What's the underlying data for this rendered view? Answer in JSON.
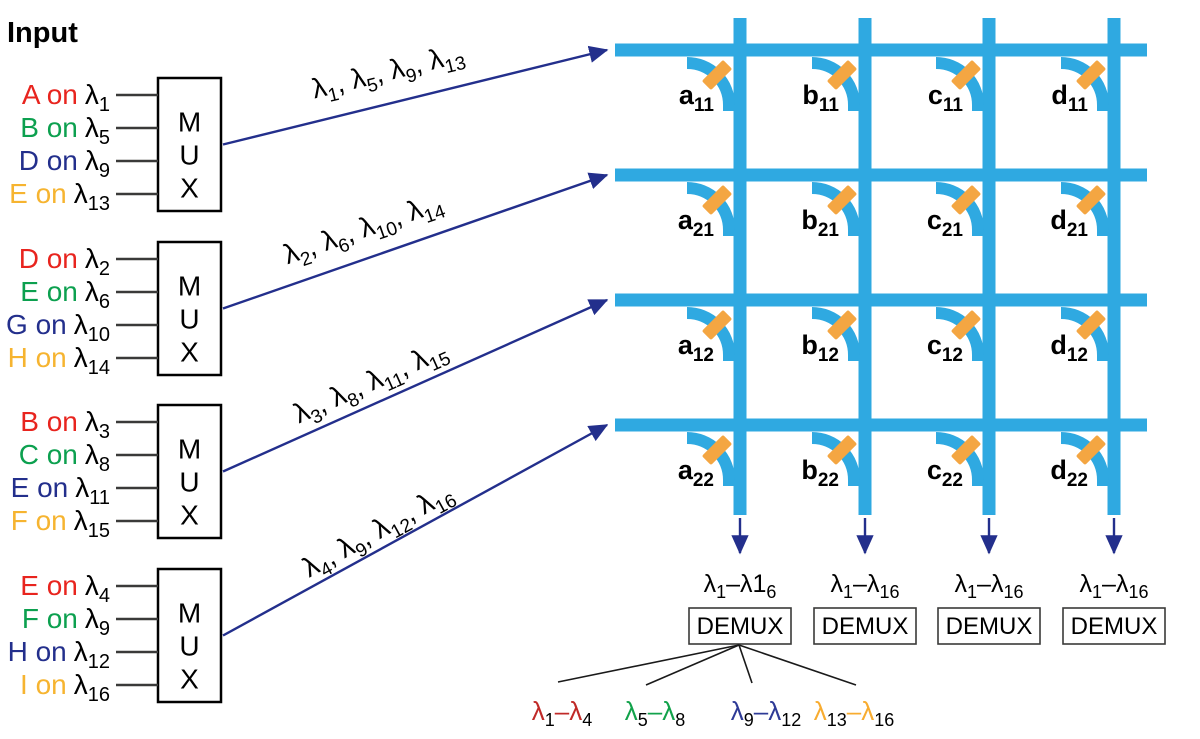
{
  "title": "Input",
  "colors": {
    "waveguide": "#2FA9E1",
    "switch": "#F4A642",
    "arrow": "#232F8C",
    "wire": "#3A3A39",
    "input_red": "#E8241E",
    "input_green": "#0CA04F",
    "input_blue": "#232F8C",
    "input_orange": "#F6B430",
    "band_red": "#C02A28",
    "band_green": "#12A24B",
    "band_blue": "#2E3A96",
    "band_orange": "#F8AC30"
  },
  "muxes": [
    {
      "label": "MUX",
      "inputs": [
        {
          "prefix": "A on",
          "color_key": "input_red",
          "lambda": "λ",
          "sub": "1"
        },
        {
          "prefix": "B on",
          "color_key": "input_green",
          "lambda": "λ",
          "sub": "5"
        },
        {
          "prefix": "D on",
          "color_key": "input_blue",
          "lambda": "λ",
          "sub": "9"
        },
        {
          "prefix": "E on",
          "color_key": "input_orange",
          "lambda": "λ",
          "sub": "13"
        }
      ]
    },
    {
      "label": "MUX",
      "inputs": [
        {
          "prefix": "D on",
          "color_key": "input_red",
          "lambda": "λ",
          "sub": "2"
        },
        {
          "prefix": "E on",
          "color_key": "input_green",
          "lambda": "λ",
          "sub": "6"
        },
        {
          "prefix": "G on",
          "color_key": "input_blue",
          "lambda": "λ",
          "sub": "10"
        },
        {
          "prefix": "H on",
          "color_key": "input_orange",
          "lambda": "λ",
          "sub": "14"
        }
      ]
    },
    {
      "label": "MUX",
      "inputs": [
        {
          "prefix": "B on",
          "color_key": "input_red",
          "lambda": "λ",
          "sub": "3"
        },
        {
          "prefix": "C on",
          "color_key": "input_green",
          "lambda": "λ",
          "sub": "8"
        },
        {
          "prefix": "E on",
          "color_key": "input_blue",
          "lambda": "λ",
          "sub": "11"
        },
        {
          "prefix": "F on",
          "color_key": "input_orange",
          "lambda": "λ",
          "sub": "15"
        }
      ]
    },
    {
      "label": "MUX",
      "inputs": [
        {
          "prefix": "E on",
          "color_key": "input_red",
          "lambda": "λ",
          "sub": "4"
        },
        {
          "prefix": "F on",
          "color_key": "input_green",
          "lambda": "λ",
          "sub": "9"
        },
        {
          "prefix": "H on",
          "color_key": "input_blue",
          "lambda": "λ",
          "sub": "12"
        },
        {
          "prefix": "I on",
          "color_key": "input_orange",
          "lambda": "λ",
          "sub": "16"
        }
      ]
    }
  ],
  "arrows": [
    {
      "lambda_subs": [
        "1",
        "5",
        "9",
        "13"
      ]
    },
    {
      "lambda_subs": [
        "2",
        "6",
        "10",
        "14"
      ]
    },
    {
      "lambda_subs": [
        "3",
        "8",
        "11",
        "15"
      ]
    },
    {
      "lambda_subs": [
        "4",
        "9",
        "12",
        "16"
      ]
    }
  ],
  "grid": {
    "rows": [
      {
        "nodes": [
          {
            "t": "a",
            "s": "11"
          },
          {
            "t": "b",
            "s": "11"
          },
          {
            "t": "c",
            "s": "11"
          },
          {
            "t": "d",
            "s": "11"
          }
        ]
      },
      {
        "nodes": [
          {
            "t": "a",
            "s": "21"
          },
          {
            "t": "b",
            "s": "21"
          },
          {
            "t": "c",
            "s": "21"
          },
          {
            "t": "d",
            "s": "21"
          }
        ]
      },
      {
        "nodes": [
          {
            "t": "a",
            "s": "12"
          },
          {
            "t": "b",
            "s": "12"
          },
          {
            "t": "c",
            "s": "12"
          },
          {
            "t": "d",
            "s": "12"
          }
        ]
      },
      {
        "nodes": [
          {
            "t": "a",
            "s": "22"
          },
          {
            "t": "b",
            "s": "22"
          },
          {
            "t": "c",
            "s": "22"
          },
          {
            "t": "d",
            "s": "22"
          }
        ]
      }
    ]
  },
  "outputs": {
    "demux_label": "DEMUX",
    "labels": [
      [
        {
          "t": "λ",
          "s": "1"
        },
        {
          "t": "–"
        },
        {
          "t": "λ1",
          "s": "6"
        }
      ],
      [
        {
          "t": "λ",
          "s": "1"
        },
        {
          "t": "–"
        },
        {
          "t": "λ",
          "s": "16"
        }
      ],
      [
        {
          "t": "λ",
          "s": "1"
        },
        {
          "t": "–"
        },
        {
          "t": "λ",
          "s": "16"
        }
      ],
      [
        {
          "t": "λ",
          "s": "1"
        },
        {
          "t": "–"
        },
        {
          "t": "λ",
          "s": "16"
        }
      ]
    ]
  },
  "bands": [
    {
      "color_key": "band_red",
      "parts": [
        {
          "t": "λ",
          "s": "1"
        },
        {
          "t": "–"
        },
        {
          "t": "λ",
          "s": "4"
        }
      ]
    },
    {
      "color_key": "band_green",
      "parts": [
        {
          "t": "λ",
          "s": "5"
        },
        {
          "t": "–"
        },
        {
          "t": "λ",
          "s": "8"
        }
      ]
    },
    {
      "color_key": "band_blue",
      "parts": [
        {
          "t": "λ",
          "s": "9"
        },
        {
          "t": "–"
        },
        {
          "t": "λ",
          "s": "12"
        }
      ]
    },
    {
      "color_key": "band_orange",
      "parts": [
        {
          "t": "λ",
          "s": "13"
        },
        {
          "t": "–"
        },
        {
          "t": "λ",
          "s": "16"
        }
      ]
    }
  ]
}
